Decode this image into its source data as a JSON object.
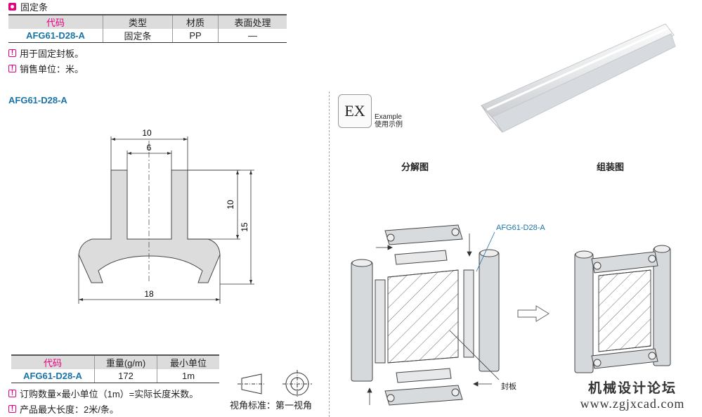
{
  "section": {
    "title": "固定条"
  },
  "spec_table": {
    "headers": [
      "代码",
      "类型",
      "材质",
      "表面处理"
    ],
    "row": [
      "AFG61-D28-A",
      "固定条",
      "PP",
      "—"
    ]
  },
  "notes_top": [
    "用于固定封板。",
    "销售单位：米。"
  ],
  "part_label": "AFG61-D28-A",
  "dimensions": {
    "width_top": "10",
    "slot": "6",
    "height_upper": "10",
    "height_total": "15",
    "width_base": "18"
  },
  "weight_table": {
    "headers": [
      "代码",
      "重量(g/m)",
      "最小单位"
    ],
    "row": [
      "AFG61-D28-A",
      "172",
      "1m"
    ]
  },
  "notes_bottom": [
    "订购数量×最小单位（1m）=实际长度米数。",
    "产品最大长度：2米/条。"
  ],
  "view_standard": "视角标准：第一视角",
  "example": {
    "badge": "EX",
    "line1": "Example",
    "line2": "使用示例"
  },
  "headings": {
    "exploded": "分解图",
    "assembled": "组装图"
  },
  "callouts": {
    "part": "AFG61-D28-A",
    "panel": "封板"
  },
  "watermark": {
    "line1": "机械设计论坛",
    "line2": "www.zgjxcad.com"
  },
  "colors": {
    "accent": "#e4007f",
    "code_blue": "#1a73a8"
  }
}
